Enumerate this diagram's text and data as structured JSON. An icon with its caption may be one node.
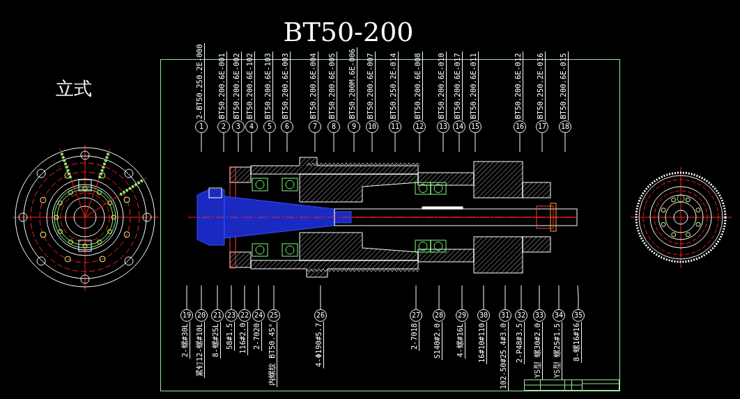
{
  "diagram": {
    "title": "BT50-200",
    "nodes": [
      {
        "text": [],
        "shape": "picture"
      },
      {
        "text": [
          "1"
        ],
        "beside": [
          "2-BT50.250.2E-000"
        ]
      },
      {
        "text": [
          "2"
        ],
        "beside": [
          "BT50.200.6E-001"
        ]
      },
      {
        "text": [
          "3"
        ],
        "beside": [
          "BT50.200.6E-002"
        ]
      },
      {
        "text": [
          "4"
        ],
        "beside": [
          "BT50.200.6E-102"
        ]
      },
      {
        "text": [
          "5"
        ],
        "beside": [
          "BT50.200.6E-103"
        ]
      },
      {
        "text": [
          "6"
        ],
        "beside": [
          "BT50.200.6E-003"
        ]
      },
      {
        "text": [
          "7"
        ],
        "beside": [
          "BT50.200.6E-004"
        ]
      },
      {
        "text": [
          "8"
        ],
        "beside": [
          "BT50.200.6E-005"
        ]
      },
      {
        "text": [
          "9"
        ],
        "beside": [
          "BT50.200M.6E-006"
        ]
      },
      {
        "text": [
          "10"
        ],
        "beside": [
          "BT50.200.6E-007"
        ]
      },
      {
        "text": [
          "11"
        ],
        "beside": [
          "BT50.250.2E-014"
        ]
      },
      {
        "text": [
          "12"
        ],
        "beside": [
          "BT50.200.6E-008"
        ]
      },
      {
        "text": [
          "13"
        ],
        "beside": [
          "BT50.200.6E-010"
        ]
      },
      {
        "text": [
          "14"
        ],
        "beside": [
          "BT50.200.6E-017"
        ]
      },
      {
        "text": [
          "15"
        ],
        "beside": [
          "BT50.200.6E-011"
        ]
      },
      {
        "text": [
          "16"
        ],
        "beside": [
          "BT50.200.6E-012"
        ]
      },
      {
        "text": [
          "17"
        ],
        "beside": [
          "BT50.250.2E-016"
        ]
      },
      {
        "text": [
          "18"
        ],
        "beside": [
          "BT50.200.6E-015"
        ]
      },
      {
        "text": [
          "19"
        ],
        "beside": [
          "2-螺#30L"
        ]
      },
      {
        "text": [
          "20"
        ],
        "beside": [
          "紧钉12-螺#10L"
        ]
      },
      {
        "text": [
          "21"
        ],
        "beside": [
          "8-螺#25L"
        ]
      },
      {
        "text": [
          "23"
        ],
        "beside": [
          "58#1.5"
        ]
      },
      {
        "text": [
          "22"
        ],
        "beside": [
          "116#2.0"
        ]
      },
      {
        "text": [
          "24"
        ],
        "beside": [
          "2-7020"
        ]
      },
      {
        "text": [
          "25"
        ],
        "beside": [
          "内螺纹 BT50.45°"
        ]
      },
      {
        "text": [
          "26"
        ],
        "beside": [
          "4-Φ190#5.7"
        ]
      },
      {
        "text": [
          "27"
        ],
        "beside": [
          "2-7018"
        ]
      },
      {
        "text": [
          "28"
        ],
        "beside": [
          "S140#2.0"
        ]
      },
      {
        "text": [
          "29"
        ],
        "beside": [
          "4-螺#16L"
        ]
      },
      {
        "text": [
          "30"
        ],
        "beside": [
          "16#10#110"
        ]
      },
      {
        "text": [
          "31"
        ],
        "beside": [
          "102-50#25.4#3.0"
        ]
      },
      {
        "text": [
          "32"
        ],
        "beside": [
          "2-P48#3.5"
        ]
      },
      {
        "text": [
          "33"
        ],
        "beside": [
          "YS型 螺30#2.0"
        ]
      },
      {
        "text": [
          "34"
        ],
        "beside": [
          "YS型 螺25#1.5"
        ]
      },
      {
        "text": [
          "35"
        ],
        "beside": [
          "8-螺16#16"
        ]
      }
    ],
    "edges": [
      {
        "from": 1,
        "to": 0,
        "arrow": "none"
      },
      {
        "from": 2,
        "to": 0,
        "arrow": "none"
      },
      {
        "from": 3,
        "to": 0,
        "arrow": "none"
      },
      {
        "from": 4,
        "to": 0,
        "arrow": "none"
      },
      {
        "from": 5,
        "to": 0,
        "arrow": "none"
      },
      {
        "from": 6,
        "to": 0,
        "arrow": "none"
      },
      {
        "from": 7,
        "to": 0,
        "arrow": "none"
      },
      {
        "from": 8,
        "to": 0,
        "arrow": "none"
      },
      {
        "from": 9,
        "to": 0,
        "arrow": "none"
      },
      {
        "from": 10,
        "to": 0,
        "arrow": "none"
      },
      {
        "from": 11,
        "to": 0,
        "arrow": "none"
      },
      {
        "from": 12,
        "to": 0,
        "arrow": "none"
      },
      {
        "from": 13,
        "to": 0,
        "arrow": "none"
      },
      {
        "from": 14,
        "to": 0,
        "arrow": "none"
      },
      {
        "from": 15,
        "to": 0,
        "arrow": "none"
      },
      {
        "from": 16,
        "to": 0,
        "arrow": "none"
      },
      {
        "from": 17,
        "to": 0,
        "arrow": "none"
      },
      {
        "from": 18,
        "to": 0,
        "arrow": "none"
      },
      {
        "from": 19,
        "to": 0,
        "arrow": "none"
      },
      {
        "from": 20,
        "to": 0,
        "arrow": "none"
      },
      {
        "from": 21,
        "to": 0,
        "arrow": "none"
      },
      {
        "from": 22,
        "to": 0,
        "arrow": "none"
      },
      {
        "from": 23,
        "to": 0,
        "arrow": "none"
      },
      {
        "from": 24,
        "to": 0,
        "arrow": "none"
      },
      {
        "from": 25,
        "to": 0,
        "arrow": "none"
      },
      {
        "from": 26,
        "to": 0,
        "arrow": "none"
      },
      {
        "from": 27,
        "to": 0,
        "arrow": "none"
      },
      {
        "from": 28,
        "to": 0,
        "arrow": "none"
      },
      {
        "from": 29,
        "to": 0,
        "arrow": "none"
      },
      {
        "from": 30,
        "to": 0,
        "arrow": "none"
      },
      {
        "from": 31,
        "to": 0,
        "arrow": "none"
      },
      {
        "from": 32,
        "to": 0,
        "arrow": "none"
      },
      {
        "from": 33,
        "to": 0,
        "arrow": "none"
      },
      {
        "from": 34,
        "to": 0,
        "arrow": "none"
      },
      {
        "from": 35,
        "to": 0,
        "arrow": "none"
      }
    ],
    "labels": [
      "立式"
    ]
  }
}
